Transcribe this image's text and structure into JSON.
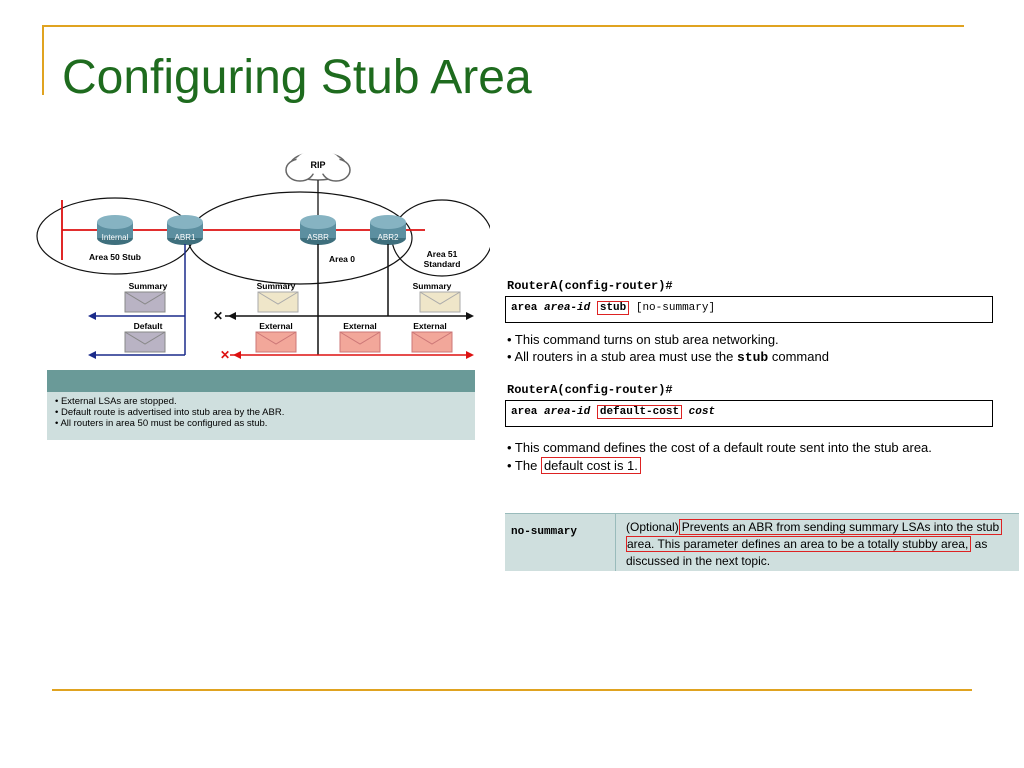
{
  "slide": {
    "title": "Configuring Stub Area"
  },
  "diagram": {
    "rip_label": "RIP",
    "routers": [
      "Internal",
      "ABR1",
      "ASBR",
      "ABR2"
    ],
    "area50_label": "Area 50 Stub",
    "area0_label": "Area 0",
    "area51_line1": "Area 51",
    "area51_line2": "Standard",
    "lsa_labels": {
      "summary": "Summary",
      "default": "Default",
      "external": "External"
    },
    "notes": [
      "• External LSAs are stopped.",
      "• Default route is advertised into stub area by the ABR.",
      "• All routers in area 50 must be configured as stub."
    ]
  },
  "command1": {
    "prompt": "RouterA(config-router)#",
    "kw": "area",
    "arg": "area-id",
    "boxed": "stub",
    "rest": "[no-summary]",
    "bullet1": "• This command turns on stub area networking.",
    "bullet2_pre": "• All routers in a stub area must use the ",
    "bullet2_code": "stub",
    "bullet2_post": " command"
  },
  "command2": {
    "prompt": "RouterA(config-router)#",
    "kw": "area",
    "arg": "area-id",
    "boxed": "default-cost",
    "arg2": "cost",
    "bullet1": "• This command defines the cost of a default route sent into the stub area.",
    "bullet2_pre": "• The ",
    "bullet2_boxed": "default cost is 1."
  },
  "param_table": {
    "key": "no-summary",
    "desc_pre": "(Optional)",
    "desc_boxed1": "Prevents an ABR from sending summary LSAs into the stub",
    "desc_boxed2": "area. This parameter defines an area to be a totally stubby area,",
    "desc_post": "as",
    "desc_line3": "discussed in the next topic."
  },
  "colors": {
    "title": "#1e6b1e",
    "rule": "#e0a320",
    "red_line": "#dd1111",
    "blue_arrow": "#1a2a8a",
    "note_header": "#6a9a98",
    "note_body": "#cfdfde"
  }
}
